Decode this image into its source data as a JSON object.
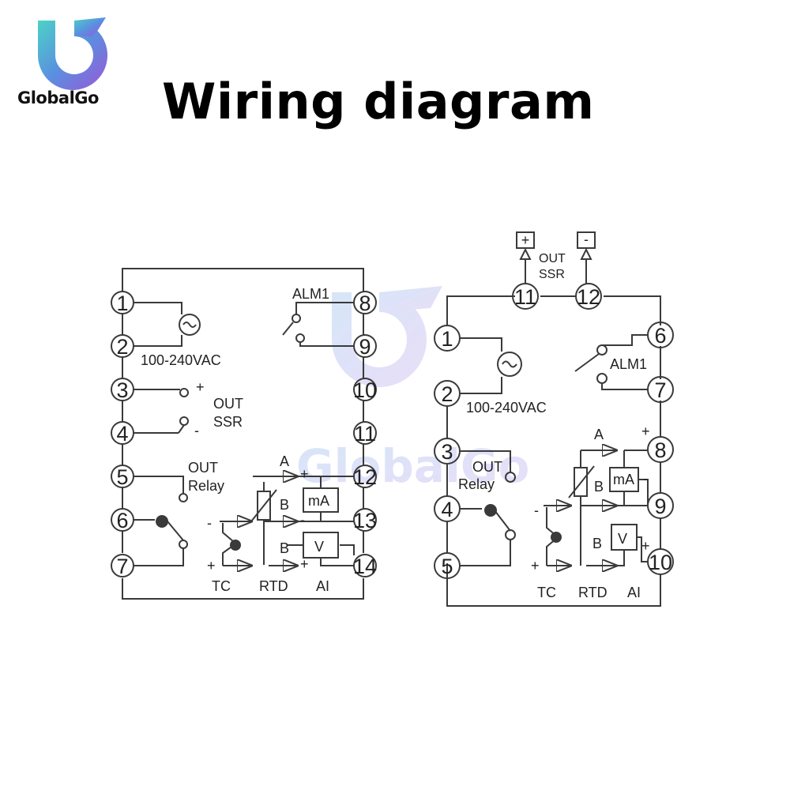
{
  "header": {
    "brand": "GlobalGo",
    "title": "Wiring diagram"
  },
  "watermark": {
    "text": "GlobalGo"
  },
  "left_panel": {
    "terminals": [
      "1",
      "2",
      "3",
      "4",
      "5",
      "6",
      "7",
      "8",
      "9",
      "10",
      "11",
      "12",
      "13",
      "14"
    ],
    "power_label": "100-240VAC",
    "out_ssr_label": [
      "OUT",
      "SSR"
    ],
    "out_relay_label": [
      "OUT",
      "Relay"
    ],
    "alarm_label": "ALM1",
    "sensor_labels": [
      "TC",
      "RTD",
      "AI"
    ],
    "rtd_pins": [
      "A",
      "B",
      "B"
    ],
    "meters": [
      "mA",
      "V"
    ],
    "polarity": [
      "+",
      "-",
      "+",
      "-",
      "+",
      "-",
      "+",
      "-"
    ]
  },
  "right_panel": {
    "terminals": [
      "1",
      "2",
      "3",
      "4",
      "5",
      "6",
      "7",
      "8",
      "9",
      "10",
      "11",
      "12"
    ],
    "power_label": "100-240VAC",
    "out_ssr_label": [
      "OUT",
      "SSR"
    ],
    "out_relay_label": [
      "OUT",
      "Relay"
    ],
    "alarm_label": "ALM1",
    "sensor_labels": [
      "TC",
      "RTD",
      "AI"
    ],
    "rtd_pins": [
      "A",
      "B",
      "B"
    ],
    "meters": [
      "mA",
      "V"
    ],
    "ssr_plus": "+",
    "ssr_minus": "-",
    "polarity": [
      "+",
      "-",
      "+",
      "-",
      "+"
    ]
  },
  "colors": {
    "line": "#3a3a3a",
    "watermark_blue": "#5d7de0",
    "watermark_purple": "#a788e8",
    "logo_teal": "#3ec6c0",
    "logo_purple": "#8a5ad8"
  }
}
